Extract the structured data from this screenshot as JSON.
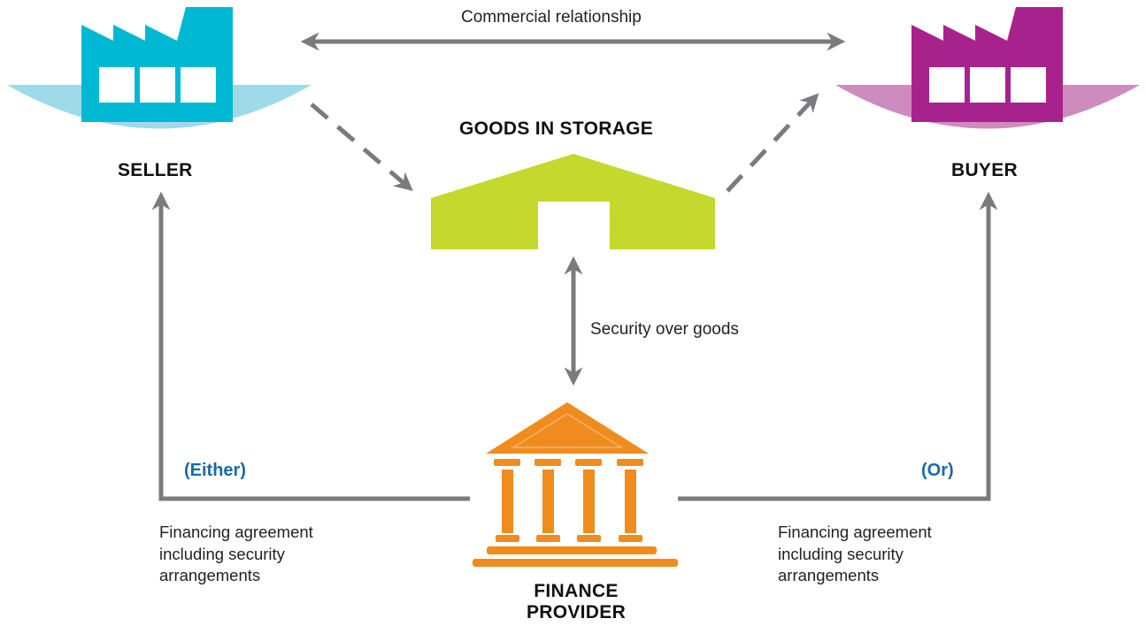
{
  "colors": {
    "seller": "#00b8d4",
    "seller_dish": "#9ddbe8",
    "buyer": "#a8228e",
    "buyer_dish": "#cd8cbd",
    "storage": "#c4d82e",
    "finance": "#f08c1e",
    "arrow": "#7b7b7f",
    "option_text": "#1a6aa8"
  },
  "icons": {
    "seller": "factory-icon",
    "buyer": "factory-icon",
    "storage": "warehouse-icon",
    "finance": "bank-building-icon"
  },
  "labels": {
    "seller": "SELLER",
    "buyer": "BUYER",
    "storage": "GOODS IN STORAGE",
    "finance_line1": "FINANCE",
    "finance_line2": "PROVIDER",
    "commercial": "Commercial relationship",
    "security": "Security over goods",
    "either": "(Either)",
    "or": "(Or)"
  },
  "agreements": {
    "left": [
      "Financing agreement",
      "including security",
      "arrangements"
    ],
    "right": [
      "Financing agreement",
      "including security",
      "arrangements"
    ]
  }
}
